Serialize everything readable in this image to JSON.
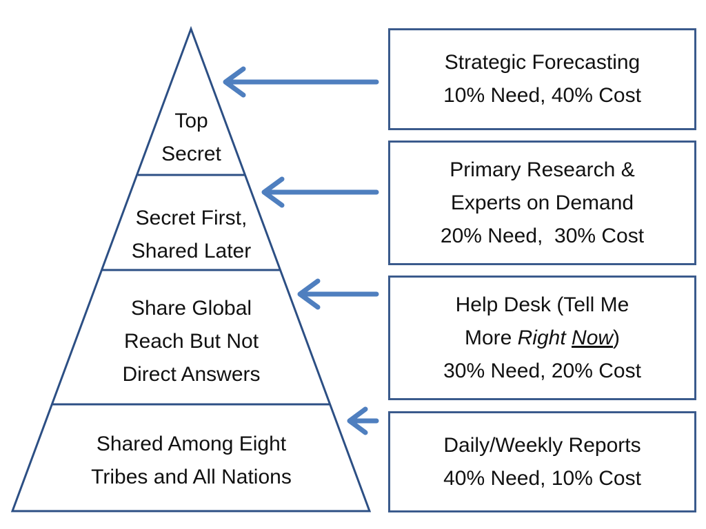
{
  "colors": {
    "pyramid_outline": "#2c4f84",
    "arrow": "#4f7fbf",
    "box_border": "#3a5a8c",
    "text": "#111111"
  },
  "pyramid": {
    "tiers": [
      {
        "lines": [
          "Top",
          "Secret"
        ]
      },
      {
        "lines": [
          "Secret First,",
          "Shared Later"
        ]
      },
      {
        "lines": [
          "Share Global",
          "Reach But Not",
          "Direct Answers"
        ]
      },
      {
        "lines": [
          "Shared Among Eight",
          "Tribes and All Nations"
        ]
      }
    ]
  },
  "boxes": [
    {
      "lines": [
        "Strategic Forecasting",
        "10% Need, 40% Cost"
      ]
    },
    {
      "lines": [
        "Primary Research &",
        "Experts on Demand",
        "20% Need,  30% Cost"
      ]
    },
    {
      "line1": "Help Desk (Tell Me",
      "line2_prefix": "More ",
      "line2_italic": "Right",
      "line2_space": " ",
      "line2_underlined": "Now",
      "line2_suffix": ")",
      "line3": "30% Need, 20% Cost"
    },
    {
      "lines": [
        "Daily/Weekly Reports",
        "40% Need, 10% Cost"
      ]
    }
  ]
}
